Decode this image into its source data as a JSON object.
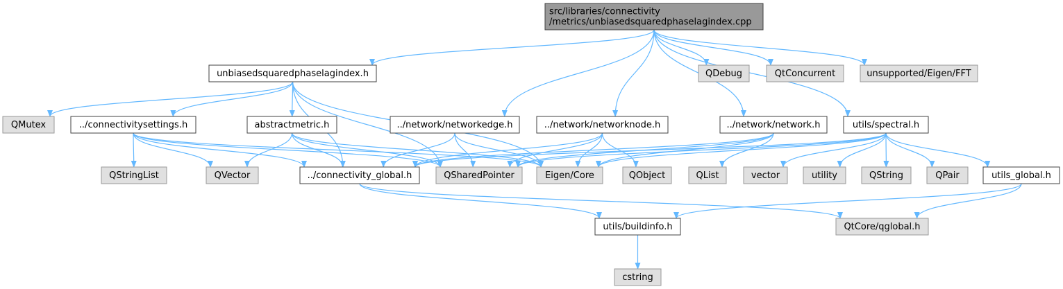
{
  "colors": {
    "root_fill": "#999999",
    "internal_fill": "#ffffff",
    "external_fill": "#e0e0e0",
    "border_dark": "#404040",
    "border_light": "#999999",
    "edge": "#63b8ff"
  },
  "nodes": [
    {
      "id": "root",
      "kind": "root",
      "lines": [
        "src/libraries/connectivity",
        "/metrics/unbiasedsquaredphaselagindex.cpp"
      ]
    },
    {
      "id": "uspli_h",
      "kind": "internal",
      "lines": [
        "unbiasedsquaredphaselagindex.h"
      ]
    },
    {
      "id": "qdebug",
      "kind": "external",
      "lines": [
        "QDebug"
      ]
    },
    {
      "id": "qtconcurrent",
      "kind": "external",
      "lines": [
        "QtConcurrent"
      ]
    },
    {
      "id": "fft",
      "kind": "external",
      "lines": [
        "unsupported/Eigen/FFT"
      ]
    },
    {
      "id": "qmutex",
      "kind": "external",
      "lines": [
        "QMutex"
      ]
    },
    {
      "id": "connsettings",
      "kind": "internal",
      "lines": [
        "../connectivitysettings.h"
      ]
    },
    {
      "id": "abstractmetric",
      "kind": "internal",
      "lines": [
        "abstractmetric.h"
      ]
    },
    {
      "id": "networkedge",
      "kind": "internal",
      "lines": [
        "../network/networkedge.h"
      ]
    },
    {
      "id": "networknode",
      "kind": "internal",
      "lines": [
        "../network/networknode.h"
      ]
    },
    {
      "id": "network",
      "kind": "internal",
      "lines": [
        "../network/network.h"
      ]
    },
    {
      "id": "spectral",
      "kind": "internal",
      "lines": [
        "utils/spectral.h"
      ]
    },
    {
      "id": "qstringlist",
      "kind": "external",
      "lines": [
        "QStringList"
      ]
    },
    {
      "id": "qvector",
      "kind": "external",
      "lines": [
        "QVector"
      ]
    },
    {
      "id": "connglobal",
      "kind": "internal",
      "lines": [
        "../connectivity_global.h"
      ]
    },
    {
      "id": "qsharedpointer",
      "kind": "external",
      "lines": [
        "QSharedPointer"
      ]
    },
    {
      "id": "eigencore",
      "kind": "external",
      "lines": [
        "Eigen/Core"
      ]
    },
    {
      "id": "qobject",
      "kind": "external",
      "lines": [
        "QObject"
      ]
    },
    {
      "id": "qlist",
      "kind": "external",
      "lines": [
        "QList"
      ]
    },
    {
      "id": "vector",
      "kind": "external",
      "lines": [
        "vector"
      ]
    },
    {
      "id": "utility",
      "kind": "external",
      "lines": [
        "utility"
      ]
    },
    {
      "id": "qstring",
      "kind": "external",
      "lines": [
        "QString"
      ]
    },
    {
      "id": "qpair",
      "kind": "external",
      "lines": [
        "QPair"
      ]
    },
    {
      "id": "utilsglobal",
      "kind": "internal",
      "lines": [
        "utils_global.h"
      ]
    },
    {
      "id": "buildinfo",
      "kind": "internal",
      "lines": [
        "utils/buildinfo.h"
      ]
    },
    {
      "id": "qglobal",
      "kind": "external",
      "lines": [
        "QtCore/qglobal.h"
      ]
    },
    {
      "id": "cstring",
      "kind": "external",
      "lines": [
        "cstring"
      ]
    }
  ],
  "edges": [
    [
      "root",
      "uspli_h"
    ],
    [
      "root",
      "qdebug"
    ],
    [
      "root",
      "qtconcurrent"
    ],
    [
      "root",
      "fft"
    ],
    [
      "root",
      "networkedge"
    ],
    [
      "root",
      "networknode"
    ],
    [
      "root",
      "network"
    ],
    [
      "root",
      "spectral"
    ],
    [
      "uspli_h",
      "qmutex"
    ],
    [
      "uspli_h",
      "connsettings"
    ],
    [
      "uspli_h",
      "abstractmetric"
    ],
    [
      "uspli_h",
      "connglobal"
    ],
    [
      "uspli_h",
      "qsharedpointer"
    ],
    [
      "uspli_h",
      "eigencore"
    ],
    [
      "connsettings",
      "qstringlist"
    ],
    [
      "connsettings",
      "qvector"
    ],
    [
      "connsettings",
      "connglobal"
    ],
    [
      "connsettings",
      "qsharedpointer"
    ],
    [
      "connsettings",
      "eigencore"
    ],
    [
      "abstractmetric",
      "qvector"
    ],
    [
      "abstractmetric",
      "connglobal"
    ],
    [
      "abstractmetric",
      "qsharedpointer"
    ],
    [
      "abstractmetric",
      "eigencore"
    ],
    [
      "networkedge",
      "connglobal"
    ],
    [
      "networkedge",
      "qsharedpointer"
    ],
    [
      "networkedge",
      "eigencore"
    ],
    [
      "networknode",
      "connglobal"
    ],
    [
      "networknode",
      "qsharedpointer"
    ],
    [
      "networknode",
      "eigencore"
    ],
    [
      "networknode",
      "qobject"
    ],
    [
      "network",
      "connglobal"
    ],
    [
      "network",
      "qsharedpointer"
    ],
    [
      "network",
      "eigencore"
    ],
    [
      "network",
      "qlist"
    ],
    [
      "spectral",
      "connglobal"
    ],
    [
      "spectral",
      "qsharedpointer"
    ],
    [
      "spectral",
      "eigencore"
    ],
    [
      "spectral",
      "vector"
    ],
    [
      "spectral",
      "utility"
    ],
    [
      "spectral",
      "qstring"
    ],
    [
      "spectral",
      "qpair"
    ],
    [
      "spectral",
      "utilsglobal"
    ],
    [
      "connglobal",
      "buildinfo"
    ],
    [
      "connglobal",
      "qglobal"
    ],
    [
      "utilsglobal",
      "buildinfo"
    ],
    [
      "utilsglobal",
      "qglobal"
    ],
    [
      "buildinfo",
      "cstring"
    ]
  ]
}
